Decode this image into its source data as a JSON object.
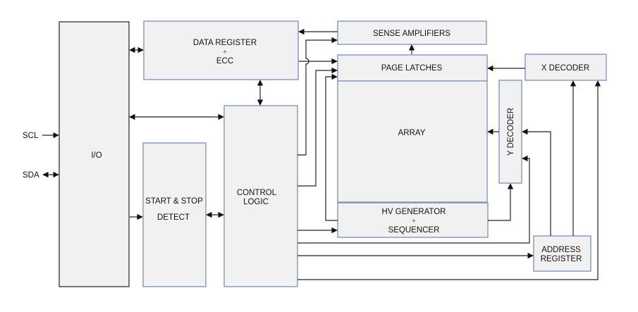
{
  "diagram": {
    "blocks": {
      "io": {
        "label": "I/O"
      },
      "data_register": {
        "line1": "DATA REGISTER",
        "plus": "+",
        "line2": "ECC"
      },
      "sense_amplifiers": {
        "label": "SENSE AMPLIFIERS"
      },
      "page_latches": {
        "label": "PAGE LATCHES"
      },
      "x_decoder": {
        "label": "X DECODER"
      },
      "array": {
        "label": "ARRAY"
      },
      "y_decoder": {
        "label": "Y DECODER"
      },
      "start_stop": {
        "line1": "START & STOP",
        "line2": "DETECT"
      },
      "control_logic": {
        "line1": "CONTROL",
        "line2": "LOGIC"
      },
      "hv_generator": {
        "line1": "HV GENERATOR",
        "plus": "+",
        "line2": "SEQUENCER"
      },
      "address_register": {
        "line1": "ADDRESS",
        "line2": "REGISTER"
      }
    },
    "pins": {
      "scl": "SCL",
      "sda": "SDA"
    },
    "connections": [
      {
        "from": "SCL",
        "to": "I/O",
        "direction": "in"
      },
      {
        "from": "SDA",
        "to": "I/O",
        "direction": "bidirectional"
      },
      {
        "from": "I/O",
        "to": "DATA REGISTER + ECC",
        "direction": "bidirectional"
      },
      {
        "from": "I/O",
        "to": "CONTROL LOGIC",
        "direction": "bidirectional"
      },
      {
        "from": "I/O",
        "to": "START & STOP DETECT",
        "direction": "forward"
      },
      {
        "from": "START & STOP DETECT",
        "to": "CONTROL LOGIC",
        "direction": "bidirectional"
      },
      {
        "from": "DATA REGISTER + ECC",
        "to": "CONTROL LOGIC",
        "direction": "bidirectional"
      },
      {
        "from": "SENSE AMPLIFIERS",
        "to": "DATA REGISTER + ECC",
        "direction": "forward"
      },
      {
        "from": "DATA REGISTER + ECC",
        "to": "PAGE LATCHES",
        "direction": "forward"
      },
      {
        "from": "CONTROL LOGIC",
        "to": "SENSE AMPLIFIERS",
        "direction": "forward"
      },
      {
        "from": "CONTROL LOGIC",
        "to": "PAGE LATCHES",
        "direction": "forward"
      },
      {
        "from": "HV GENERATOR + SEQUENCER",
        "to": "PAGE LATCHES",
        "direction": "forward"
      },
      {
        "from": "PAGE LATCHES",
        "to": "SENSE AMPLIFIERS",
        "direction": "forward"
      },
      {
        "from": "X DECODER",
        "to": "PAGE LATCHES",
        "direction": "forward"
      },
      {
        "from": "Y DECODER",
        "to": "ARRAY",
        "direction": "forward"
      },
      {
        "from": "CONTROL LOGIC",
        "to": "HV GENERATOR + SEQUENCER",
        "direction": "forward"
      },
      {
        "from": "HV GENERATOR + SEQUENCER",
        "to": "Y DECODER",
        "direction": "forward"
      },
      {
        "from": "CONTROL LOGIC",
        "to": "Y DECODER",
        "direction": "forward"
      },
      {
        "from": "CONTROL LOGIC",
        "to": "ADDRESS REGISTER",
        "direction": "forward"
      },
      {
        "from": "CONTROL LOGIC",
        "to": "X DECODER",
        "direction": "forward"
      },
      {
        "from": "ADDRESS REGISTER",
        "to": "Y DECODER",
        "direction": "forward"
      },
      {
        "from": "ADDRESS REGISTER",
        "to": "X DECODER",
        "direction": "forward"
      }
    ]
  }
}
